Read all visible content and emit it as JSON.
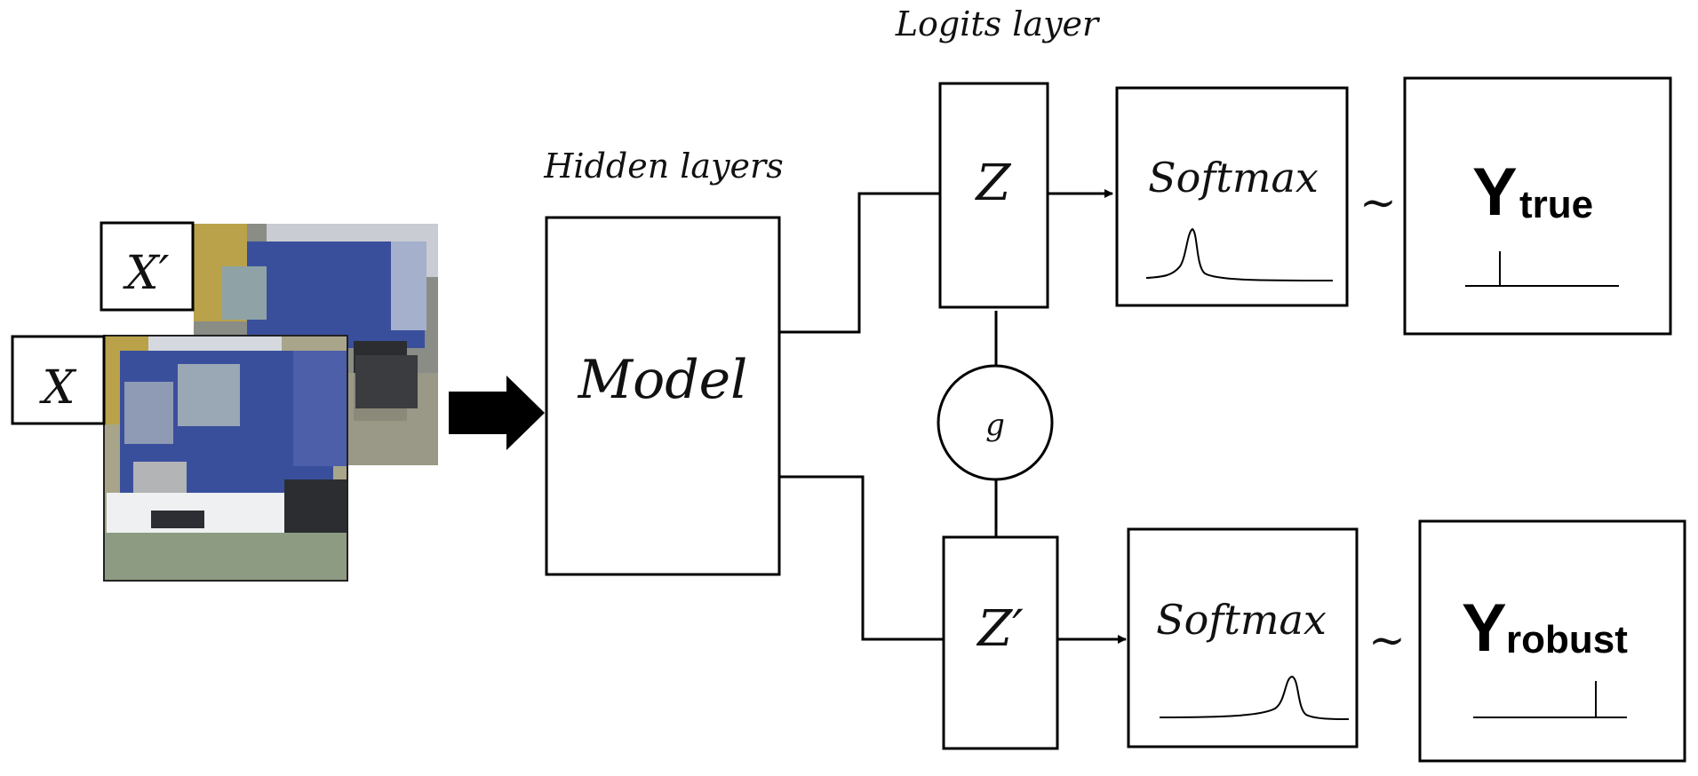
{
  "diagram": {
    "labels": {
      "logits_layer": "Logits layer",
      "hidden_layers": "Hidden layers",
      "model": "Model",
      "z": "Z",
      "z_prime": "Z′",
      "g": "g",
      "softmax_top": "Softmax",
      "softmax_bottom": "Softmax",
      "tilde_top": "∼",
      "tilde_bottom": "∼",
      "y_true_main": "Y",
      "y_true_sub": "true",
      "y_robust_main": "Y",
      "y_robust_sub": "robust",
      "x": "X",
      "x_prime": "X′"
    },
    "icons": {
      "input_images": "truck-image-icon",
      "arrow": "big-arrow-icon"
    },
    "colors": {
      "truck_blue": "#3a4f9c",
      "background_yellow": "#b9a24a"
    }
  }
}
